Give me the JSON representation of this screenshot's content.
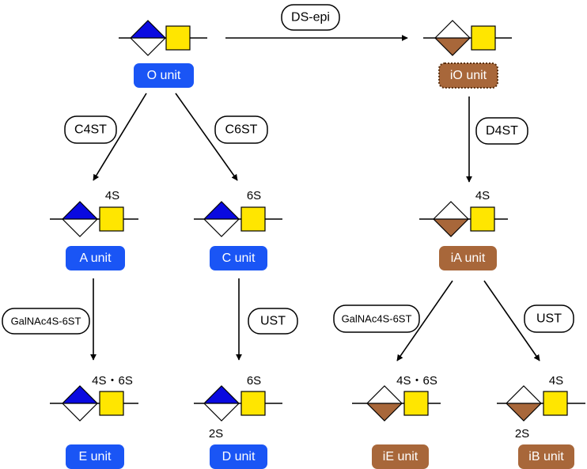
{
  "colors": {
    "blue": "#1a55f5",
    "diamond_blue": "#0a0ae0",
    "brown": "#a8673a",
    "yellow": "#ffe600",
    "line": "#000000"
  },
  "units": {
    "O": {
      "label": "O unit",
      "style": "blue",
      "symbol": "blue",
      "sulfation": ""
    },
    "iO": {
      "label": "iO unit",
      "style": "brown-dotted",
      "symbol": "brown",
      "sulfation": ""
    },
    "A": {
      "label": "A unit",
      "style": "blue",
      "symbol": "blue",
      "sulfation": "4S"
    },
    "C": {
      "label": "C unit",
      "style": "blue",
      "symbol": "blue",
      "sulfation": "6S"
    },
    "iA": {
      "label": "iA unit",
      "style": "brown",
      "symbol": "brown",
      "sulfation": "4S"
    },
    "E": {
      "label": "E unit",
      "style": "blue",
      "symbol": "blue",
      "sulfation": "4S・6S"
    },
    "D": {
      "label": "D unit",
      "style": "blue",
      "symbol": "blue",
      "sulfation": "6S",
      "sulfation_2": "2S"
    },
    "iE": {
      "label": "iE unit",
      "style": "brown",
      "symbol": "brown",
      "sulfation": "4S・6S"
    },
    "iB": {
      "label": "iB unit",
      "style": "brown",
      "symbol": "brown",
      "sulfation": "4S",
      "sulfation_2": "2S"
    }
  },
  "enzymes": {
    "ds_epi": "DS-epi",
    "c4st": "C4ST",
    "c6st": "C6ST",
    "d4st": "D4ST",
    "galnac_a": "GalNAc4S-6ST",
    "ust_c": "UST",
    "galnac_ia": "GalNAc4S-6ST",
    "ust_ia": "UST"
  }
}
